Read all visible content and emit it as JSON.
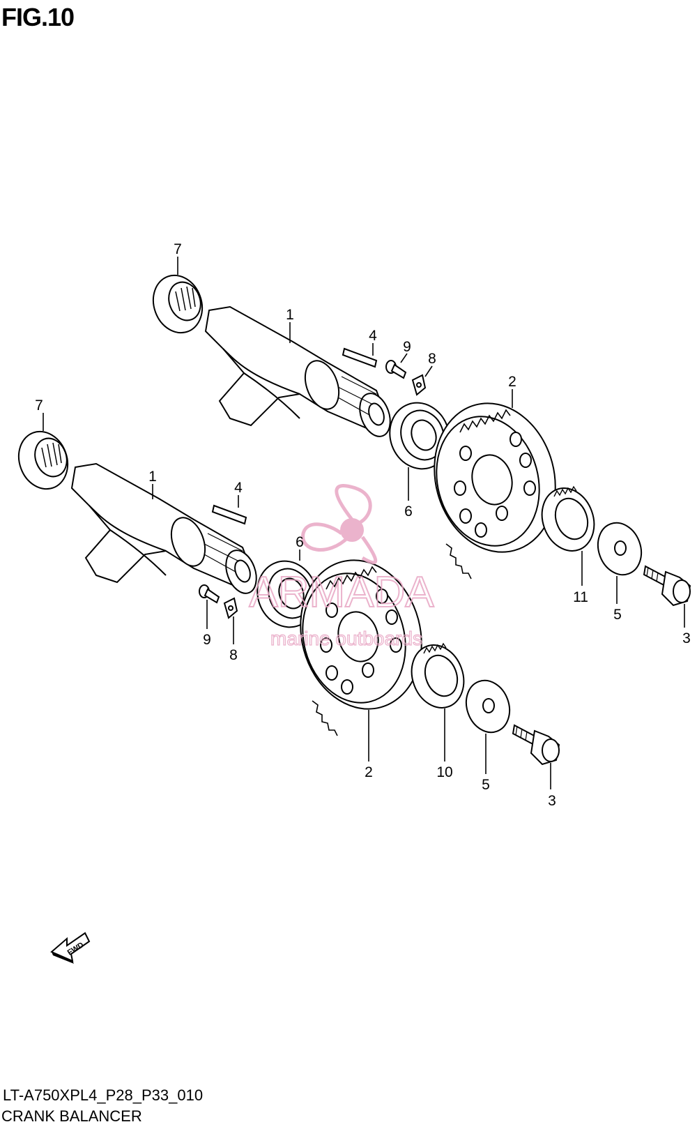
{
  "figure": {
    "title": "FIG.10",
    "model_code": "LT-A750XPL4_P28_P33_010",
    "section_name": "CRANK BALANCER"
  },
  "watermark": {
    "brand": "ARMADA",
    "tagline": "marine outboards",
    "color": "#e8a6c4"
  },
  "fwd_arrow": {
    "label": "FWD"
  },
  "callouts": {
    "upper_bearing": "7",
    "upper_shaft": "1",
    "upper_key": "4",
    "upper_bolt_small": "9",
    "upper_plate": "8",
    "upper_ball_bearing": "6",
    "upper_gear": "2",
    "upper_spline_gear": "11",
    "upper_washer": "5",
    "upper_bolt": "3",
    "lower_bearing": "7",
    "lower_shaft": "1",
    "lower_key": "4",
    "lower_ball_bearing": "6",
    "lower_bolt_small": "9",
    "lower_plate": "8",
    "lower_gear": "2",
    "lower_spline_gear": "10",
    "lower_washer": "5",
    "lower_bolt": "3"
  }
}
